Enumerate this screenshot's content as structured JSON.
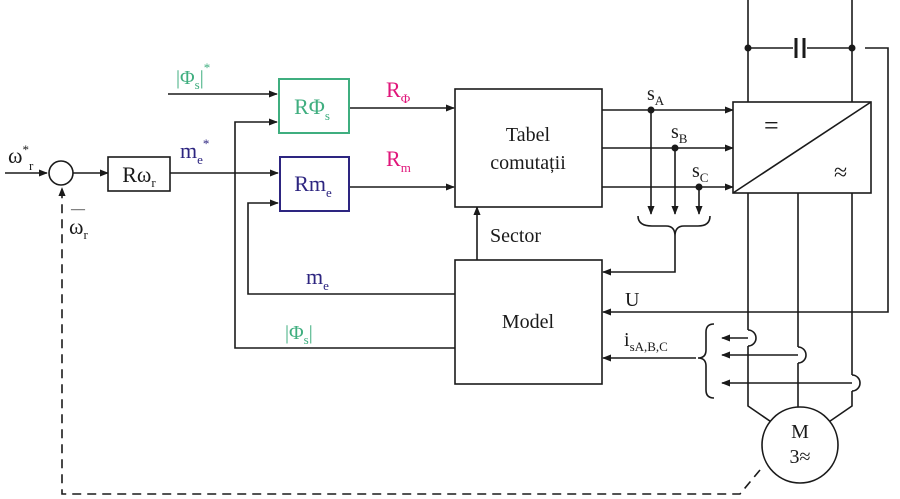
{
  "colors": {
    "line": "#1a1a1a",
    "flux": "#3fae7f",
    "navy": "#2d2580",
    "magenta": "#e0157a"
  },
  "blocks": {
    "r_omega": {
      "main": "Rω",
      "sub": "r"
    },
    "r_phi": {
      "main": "RΦ",
      "sub": "s"
    },
    "r_m": {
      "main": "Rm",
      "sub": "e"
    },
    "switching_table": {
      "line1": "Tabel",
      "line2": "comutații"
    },
    "inverter": {
      "dc_symbol": "=",
      "ac_symbol": "≈"
    },
    "model": {
      "label": "Model"
    },
    "motor": {
      "line1": "M",
      "line2": "3≈"
    }
  },
  "signals": {
    "omega_ref": {
      "main": "ω",
      "sup": "*",
      "sub": "r"
    },
    "omega_fb": {
      "main": "ω",
      "sub": "r",
      "minus": "—"
    },
    "me_ref": {
      "main": "m",
      "sub": "e",
      "sup": "*"
    },
    "me_est": {
      "main": "m",
      "sub": "e"
    },
    "flux_ref": {
      "text": "|Φ",
      "sub": "s",
      "tail": "|",
      "sup": "*"
    },
    "flux_est": {
      "text": "|Φ",
      "sub": "s",
      "tail": "|"
    },
    "r_phi_out": {
      "main": "R",
      "sub": "Φ"
    },
    "r_m_out": {
      "main": "R",
      "sub": "m"
    },
    "sector": "Sector",
    "voltage": "U",
    "currents": {
      "main": "i",
      "sub": "sA,B,C"
    },
    "sA": {
      "main": "s",
      "sub": "A"
    },
    "sB": {
      "main": "s",
      "sub": "B"
    },
    "sC": {
      "main": "s",
      "sub": "C"
    }
  }
}
